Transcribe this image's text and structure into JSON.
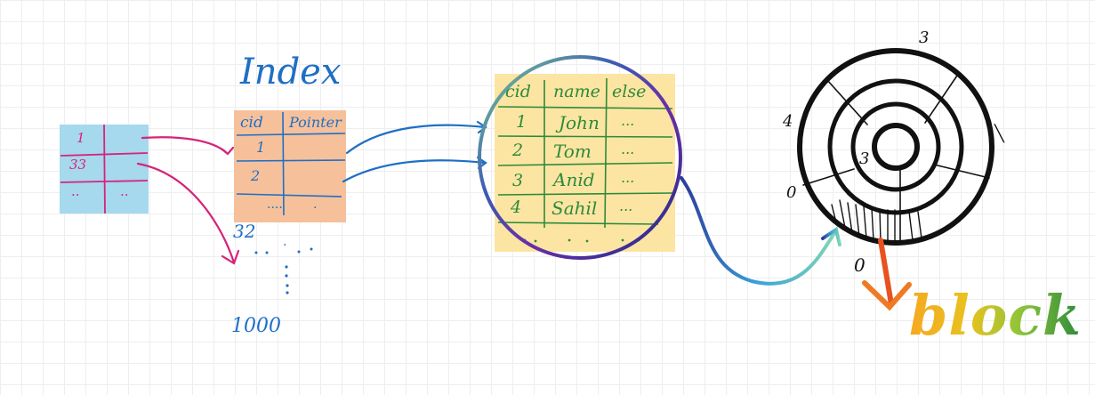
{
  "source_table": {
    "rows": [
      [
        "1",
        ""
      ],
      [
        "33",
        ""
      ],
      [
        "..",
        ".."
      ]
    ]
  },
  "index": {
    "title": "Index",
    "headers": [
      "cid",
      "Pointer"
    ],
    "rows": [
      [
        "1",
        ""
      ],
      [
        "2",
        ""
      ],
      [
        "....",
        "."
      ]
    ],
    "below": [
      "32",
      ".",
      "1000"
    ]
  },
  "data_table": {
    "headers": [
      "cid",
      "name",
      "else"
    ],
    "rows": [
      [
        "1",
        "John",
        "..."
      ],
      [
        "2",
        "Tom",
        "..."
      ],
      [
        "3",
        "Anid",
        "..."
      ],
      [
        "4",
        "Sahil",
        "..."
      ]
    ]
  },
  "disk": {
    "labels": [
      "3",
      "4",
      "0",
      "3",
      "0"
    ]
  },
  "block_label": "block",
  "colors": {
    "source_fill": "#a6d8ee",
    "index_fill": "#f6c09b",
    "data_fill": "#fce5a2",
    "magenta": "#d6247a",
    "blue": "#1f6fc4",
    "green": "#2d8a3a"
  }
}
